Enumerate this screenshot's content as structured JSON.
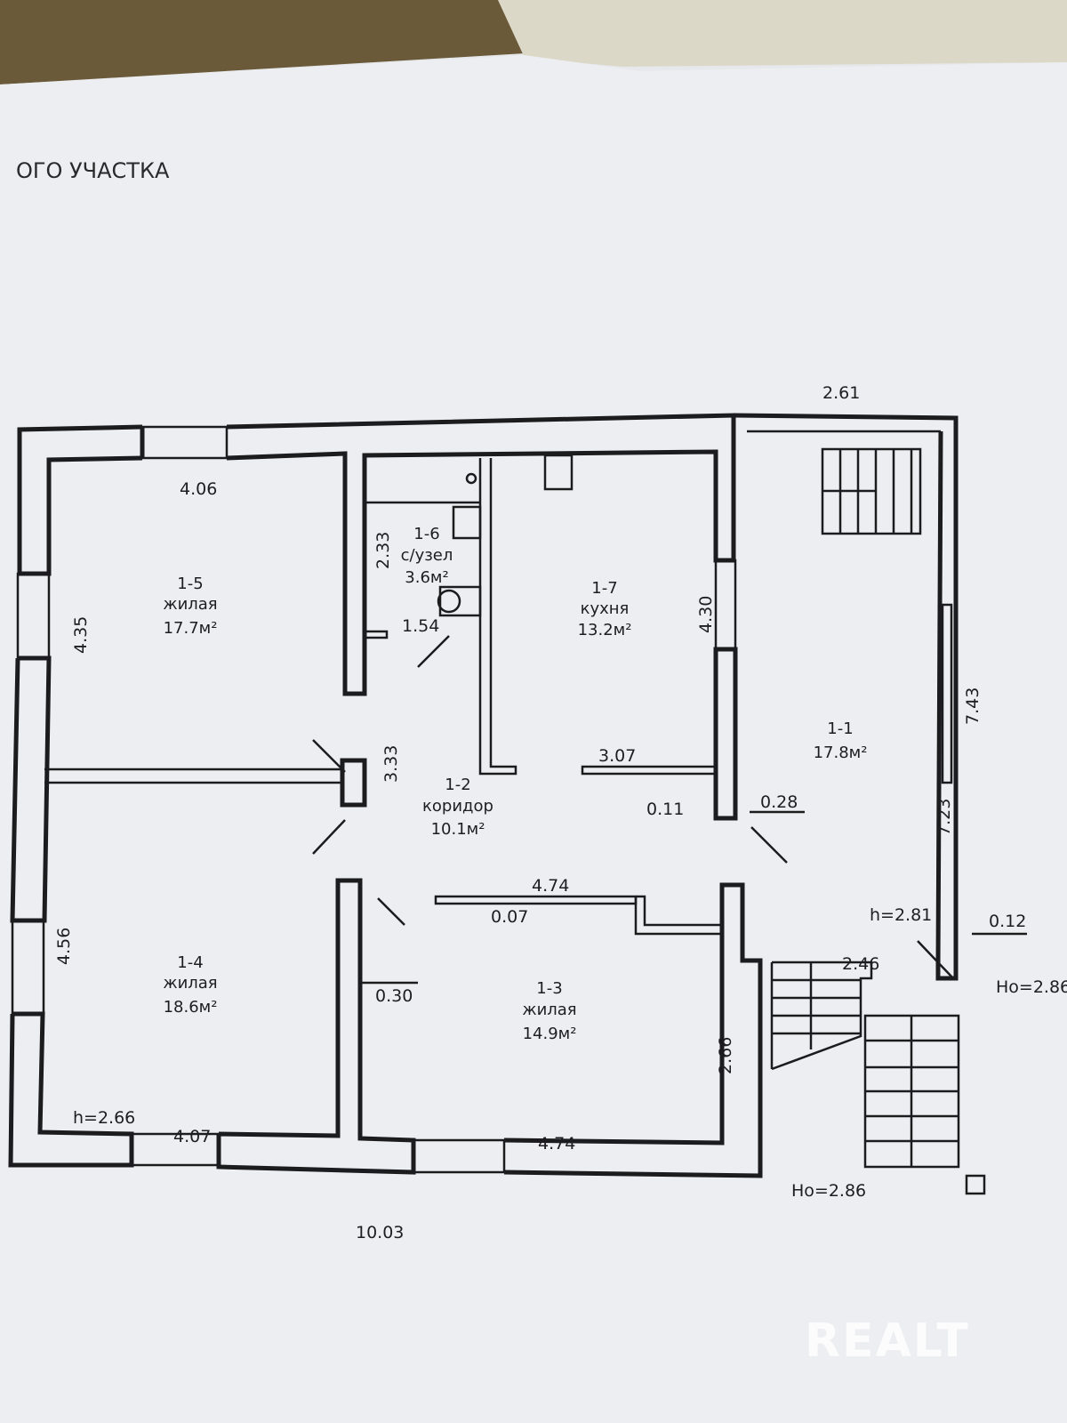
{
  "header": {
    "title_fragment": "ОГО УЧАСТКА"
  },
  "rooms": [
    {
      "id": "1-5",
      "type": "жилая",
      "area": "17.7м²"
    },
    {
      "id": "1-6",
      "type": "с/узел",
      "area": "3.6м²"
    },
    {
      "id": "1-7",
      "type": "кухня",
      "area": "13.2м²"
    },
    {
      "id": "1-1",
      "type": "",
      "area": "17.8м²"
    },
    {
      "id": "1-2",
      "type": "коридор",
      "area": "10.1м²"
    },
    {
      "id": "1-4",
      "type": "жилая",
      "area": "18.6м²"
    },
    {
      "id": "1-3",
      "type": "жилая",
      "area": "14.9м²"
    }
  ],
  "dimensions": {
    "d_261": "2.61",
    "d_406": "4.06",
    "d_435": "4.35",
    "d_233": "2.33",
    "d_154": "1.54",
    "d_430": "4.30",
    "d_743": "7.43",
    "d_333": "3.33",
    "d_307": "3.07",
    "d_011": "0.11",
    "d_028": "0.28",
    "d_723": "7.23",
    "d_474a": "4.74",
    "d_007": "0.07",
    "d_456": "4.56",
    "d_030": "0.30",
    "d_281": "h=2.81",
    "d_012": "0.12",
    "d_246": "2.46",
    "d_ho1": "Ho=2.86",
    "d_266v": "2.66",
    "d_266h": "h=2.66",
    "d_407": "4.07",
    "d_474b": "4.74",
    "d_ho2": "Ho=2.86",
    "d_1003": "10.03"
  },
  "watermark": "REALT"
}
